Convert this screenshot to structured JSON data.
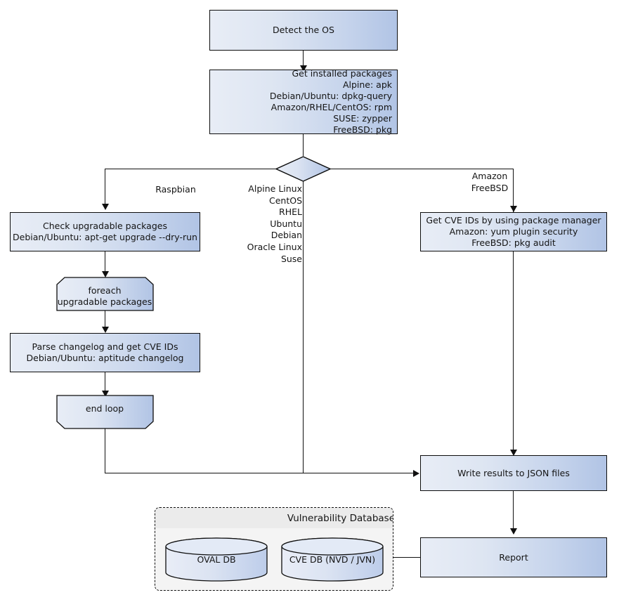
{
  "diagram": {
    "title": "Vulnerability scanning flowchart",
    "colors": {
      "node_fill_light": "#e8edf6",
      "node_fill_dark": "#b1c4e5",
      "stroke": "#0d0d0d",
      "group_bg": "#f4f4f4",
      "group_header_bg": "#ebebeb",
      "text": "#141414"
    }
  },
  "nodes": {
    "detect_os": {
      "label": "Detect the OS"
    },
    "get_installed_packages": {
      "label": "Get installed packages\nAlpine: apk\nDebian/Ubuntu: dpkg-query\nAmazon/RHEL/CentOS: rpm\nSUSE: zypper\nFreeBSD: pkg"
    },
    "os_decision": {
      "label": ""
    },
    "check_upgradable": {
      "label": "Check upgradable packages\nDebian/Ubuntu: apt-get upgrade --dry-run"
    },
    "foreach_loop_start": {
      "label": "foreach\nupgradable  packages"
    },
    "parse_changelog": {
      "label": "Parse changelog and get  CVE IDs\nDebian/Ubuntu: aptitude changelog"
    },
    "end_loop": {
      "label": "end loop"
    },
    "get_cve_ids": {
      "label": "Get CVE IDs by using package manager\nAmazon: yum plugin security\nFreeBSD: pkg audit"
    },
    "write_results": {
      "label": "Write results to JSON files"
    },
    "report": {
      "label": "Report"
    }
  },
  "edge_labels": {
    "raspbian": "Raspbian",
    "os_list": "Alpine Linux\nCentOS\nRHEL\nUbuntu\nDebian\nOracle Linux\nSuse",
    "amazon_freebsd": "Amazon\nFreeBSD"
  },
  "vulnerability_database": {
    "title": "Vulnerability Database",
    "databases": [
      {
        "label": "OVAL DB"
      },
      {
        "label": "CVE DB (NVD / JVN)"
      }
    ]
  }
}
